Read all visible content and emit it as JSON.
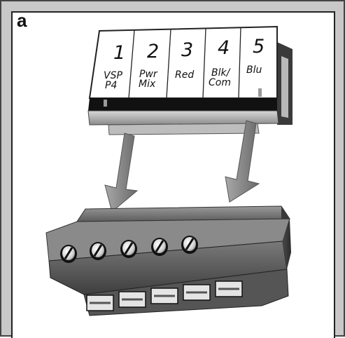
{
  "panel_label": "a",
  "terminals": [
    {
      "number": "1",
      "label_lines": [
        "VSP",
        "P4"
      ]
    },
    {
      "number": "2",
      "label_lines": [
        "Pwr",
        "Mix"
      ]
    },
    {
      "number": "3",
      "label_lines": [
        "Red"
      ]
    },
    {
      "number": "4",
      "label_lines": [
        "Blk/",
        "Com"
      ]
    },
    {
      "number": "5",
      "label_lines": [
        "Blu"
      ]
    }
  ],
  "colors": {
    "frame_gray": "#c8c8c8",
    "label_card": "#ffffff",
    "plug_dark": "#2a2a2a",
    "block_mid": "#6e6e6e",
    "arrow_fill": "#8c8c8c"
  }
}
